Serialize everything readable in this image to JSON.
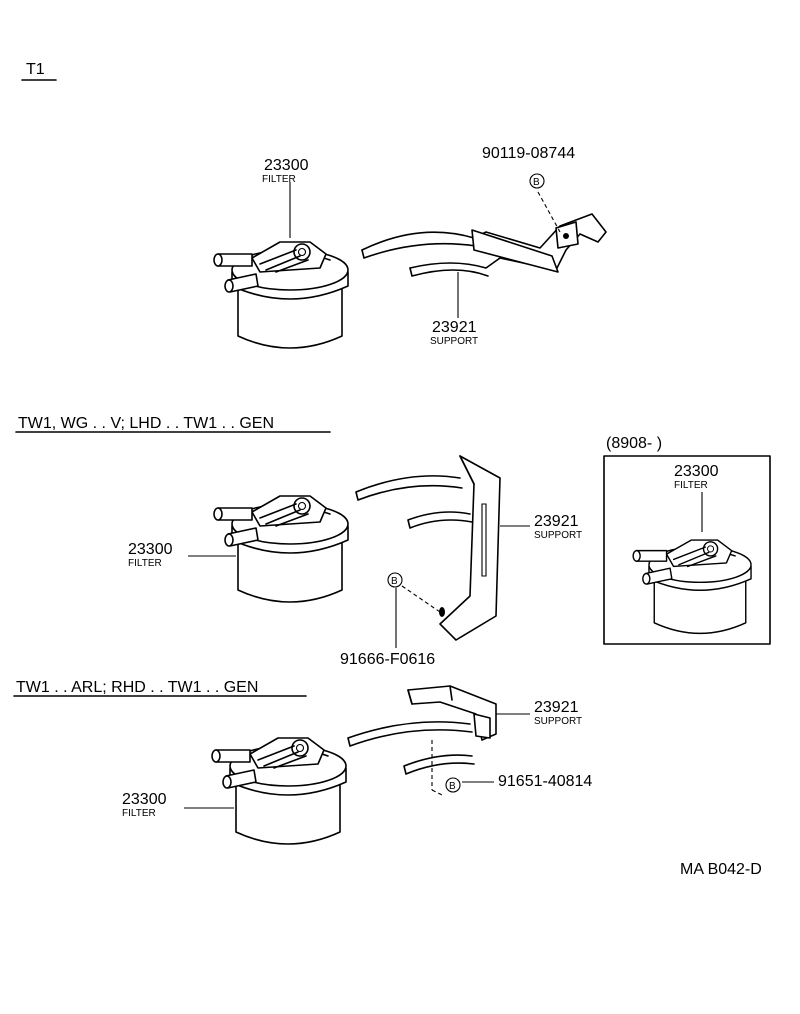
{
  "sections": {
    "t1": "T1",
    "lhd": "TW1, WG . . V; LHD . . TW1 . . GEN",
    "rhd": "TW1 . . ARL; RHD . . TW1 . . GEN",
    "date_range": "(8908-         )"
  },
  "parts": {
    "filter_no": "23300",
    "filter_name": "FILTER",
    "support_no": "23921",
    "support_name": "SUPPORT",
    "bolt_t1": "90119-08744",
    "bolt_lhd": "91666-F0616",
    "bolt_rhd": "91651-40814",
    "callout_b": "B"
  },
  "footer": {
    "code": "MA B042-D"
  }
}
